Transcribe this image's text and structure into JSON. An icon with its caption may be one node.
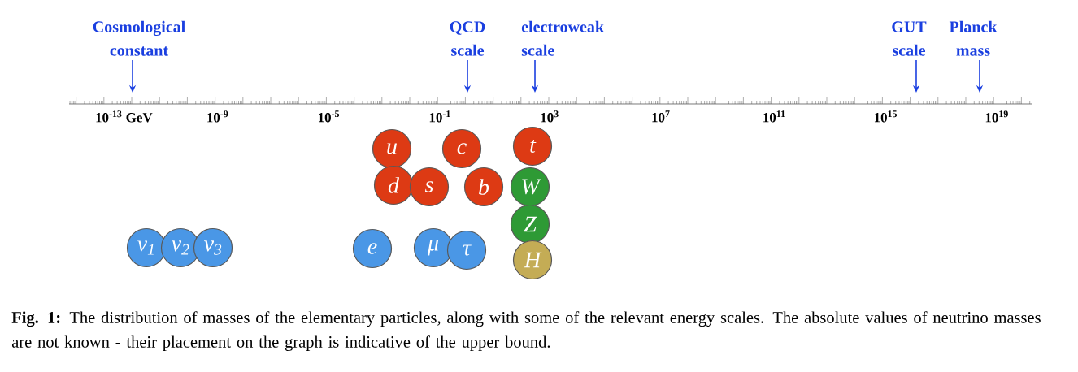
{
  "diagram": {
    "nodes": [
      {
        "text": [
          "Cosmological constant"
        ]
      },
      {
        "text": [
          "QCD scale"
        ]
      },
      {
        "text": [
          "electroweak scale"
        ]
      },
      {
        "text": [
          "GUT scale"
        ]
      },
      {
        "text": [
          "Planck mass"
        ]
      },
      {
        "text": [
          "u"
        ]
      },
      {
        "text": [
          "c"
        ]
      },
      {
        "text": [
          "t"
        ]
      },
      {
        "text": [
          "d"
        ]
      },
      {
        "text": [
          "s"
        ]
      },
      {
        "text": [
          "b"
        ]
      },
      {
        "text": [
          "W"
        ]
      },
      {
        "text": [
          "Z"
        ]
      },
      {
        "text": [
          "ν$_{1}$"
        ]
      },
      {
        "text": [
          "ν$_{2}$"
        ]
      },
      {
        "text": [
          "ν$_{3}$"
        ]
      },
      {
        "text": [
          "e"
        ]
      },
      {
        "text": [
          "μ"
        ]
      },
      {
        "text": [
          "τ"
        ]
      },
      {
        "text": [
          "H"
        ]
      }
    ],
    "edges": [
      {
        "from": 0,
        "to": null,
        "arrow": "to"
      },
      {
        "from": 1,
        "to": null,
        "arrow": "to"
      },
      {
        "from": 2,
        "to": null,
        "arrow": "to"
      },
      {
        "from": 3,
        "to": null,
        "arrow": "to"
      },
      {
        "from": 4,
        "to": null,
        "arrow": "to"
      }
    ],
    "labels": [
      "10$^{-13}$ GeV",
      "10$^{-9}$",
      "10$^{-5}$",
      "10$^{-1}$",
      "10$^{3}$",
      "10$^{7}$",
      "10$^{11}$",
      "10$^{15}$",
      "10$^{19}$"
    ],
    "caption": "**Fig. 1:** The distribution of masses of the elementary particles, along with some of the relevant energy scales. The absolute values of neutrino masses are not known - their placement on the graph is indicative of the upper bound."
  }
}
